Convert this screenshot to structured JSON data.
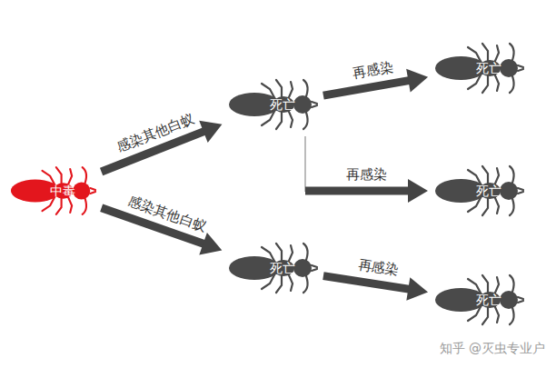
{
  "diagram": {
    "nodes": [
      {
        "text": [
          "中毒"
        ]
      },
      {
        "text": [
          "死亡"
        ]
      },
      {
        "text": [
          "死亡"
        ]
      },
      {
        "text": [
          "死亡"
        ]
      },
      {
        "text": [
          "死亡"
        ]
      },
      {
        "text": [
          "死亡"
        ]
      }
    ],
    "edges": [
      {
        "from": 0,
        "to": 1,
        "label": "感染其他白蚁",
        "arrow": "to"
      },
      {
        "from": 0,
        "to": 2,
        "label": "感染其他白蚁",
        "arrow": "to"
      },
      {
        "from": 1,
        "to": 3,
        "label": "再感染",
        "arrow": "to"
      },
      {
        "from": 1,
        "to": 4,
        "label": "再感染",
        "arrow": "to"
      },
      {
        "from": 2,
        "to": 5,
        "label": "再感染",
        "arrow": "to"
      }
    ],
    "labels": [
      "知乎 @灭虫专业户"
    ]
  }
}
